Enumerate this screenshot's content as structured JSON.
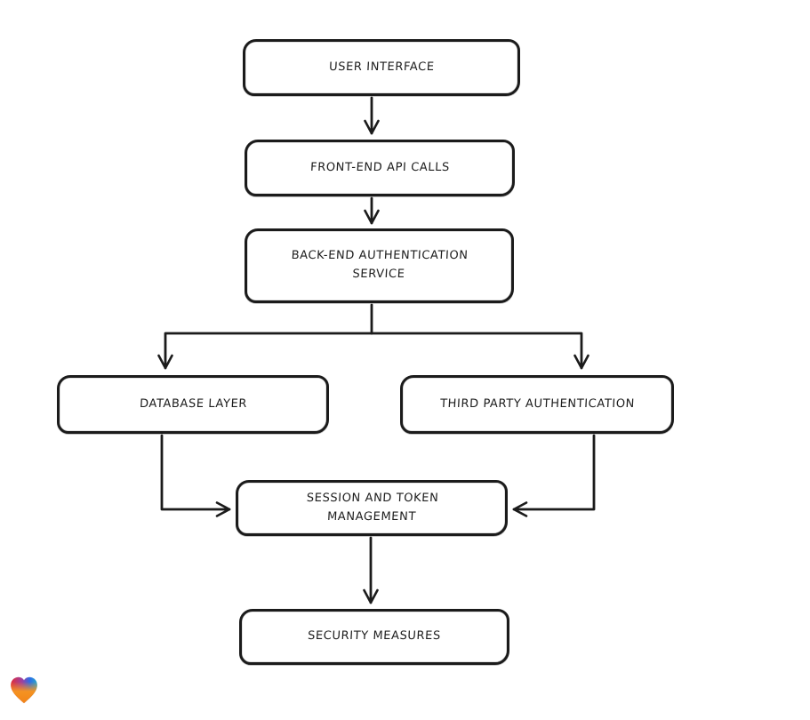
{
  "canvas": {
    "background": "#ffffff",
    "stroke_color": "#1b1b1b",
    "node_fill": "#ffffff",
    "text_color": "#1e1e1e"
  },
  "diagram": {
    "type": "flowchart",
    "nodes": [
      {
        "id": "user-interface",
        "label": "USER INTERFACE"
      },
      {
        "id": "front-end-api-calls",
        "label": "FRONT-END API CALLS"
      },
      {
        "id": "back-end-auth-service",
        "label": "BACK-END AUTHENTICATION SERVICE"
      },
      {
        "id": "database-layer",
        "label": "DATABASE LAYER"
      },
      {
        "id": "third-party-auth",
        "label": "THIRD PARTY AUTHENTICATION"
      },
      {
        "id": "session-token-management",
        "label": "SESSION AND TOKEN MANAGEMENT"
      },
      {
        "id": "security-measures",
        "label": "SECURITY MEASURES"
      }
    ],
    "edges": [
      {
        "from": "user-interface",
        "to": "front-end-api-calls"
      },
      {
        "from": "front-end-api-calls",
        "to": "back-end-auth-service"
      },
      {
        "from": "back-end-auth-service",
        "to": "database-layer"
      },
      {
        "from": "back-end-auth-service",
        "to": "third-party-auth"
      },
      {
        "from": "database-layer",
        "to": "session-token-management"
      },
      {
        "from": "third-party-auth",
        "to": "session-token-management"
      },
      {
        "from": "session-token-management",
        "to": "security-measures"
      }
    ]
  },
  "logo": {
    "name": "gradient-heart-logo",
    "colors": {
      "red": "#e12d39",
      "purple": "#9f3f9f",
      "blue": "#2c6de8",
      "cyan": "#2aa8c9",
      "orange": "#f59322"
    }
  }
}
